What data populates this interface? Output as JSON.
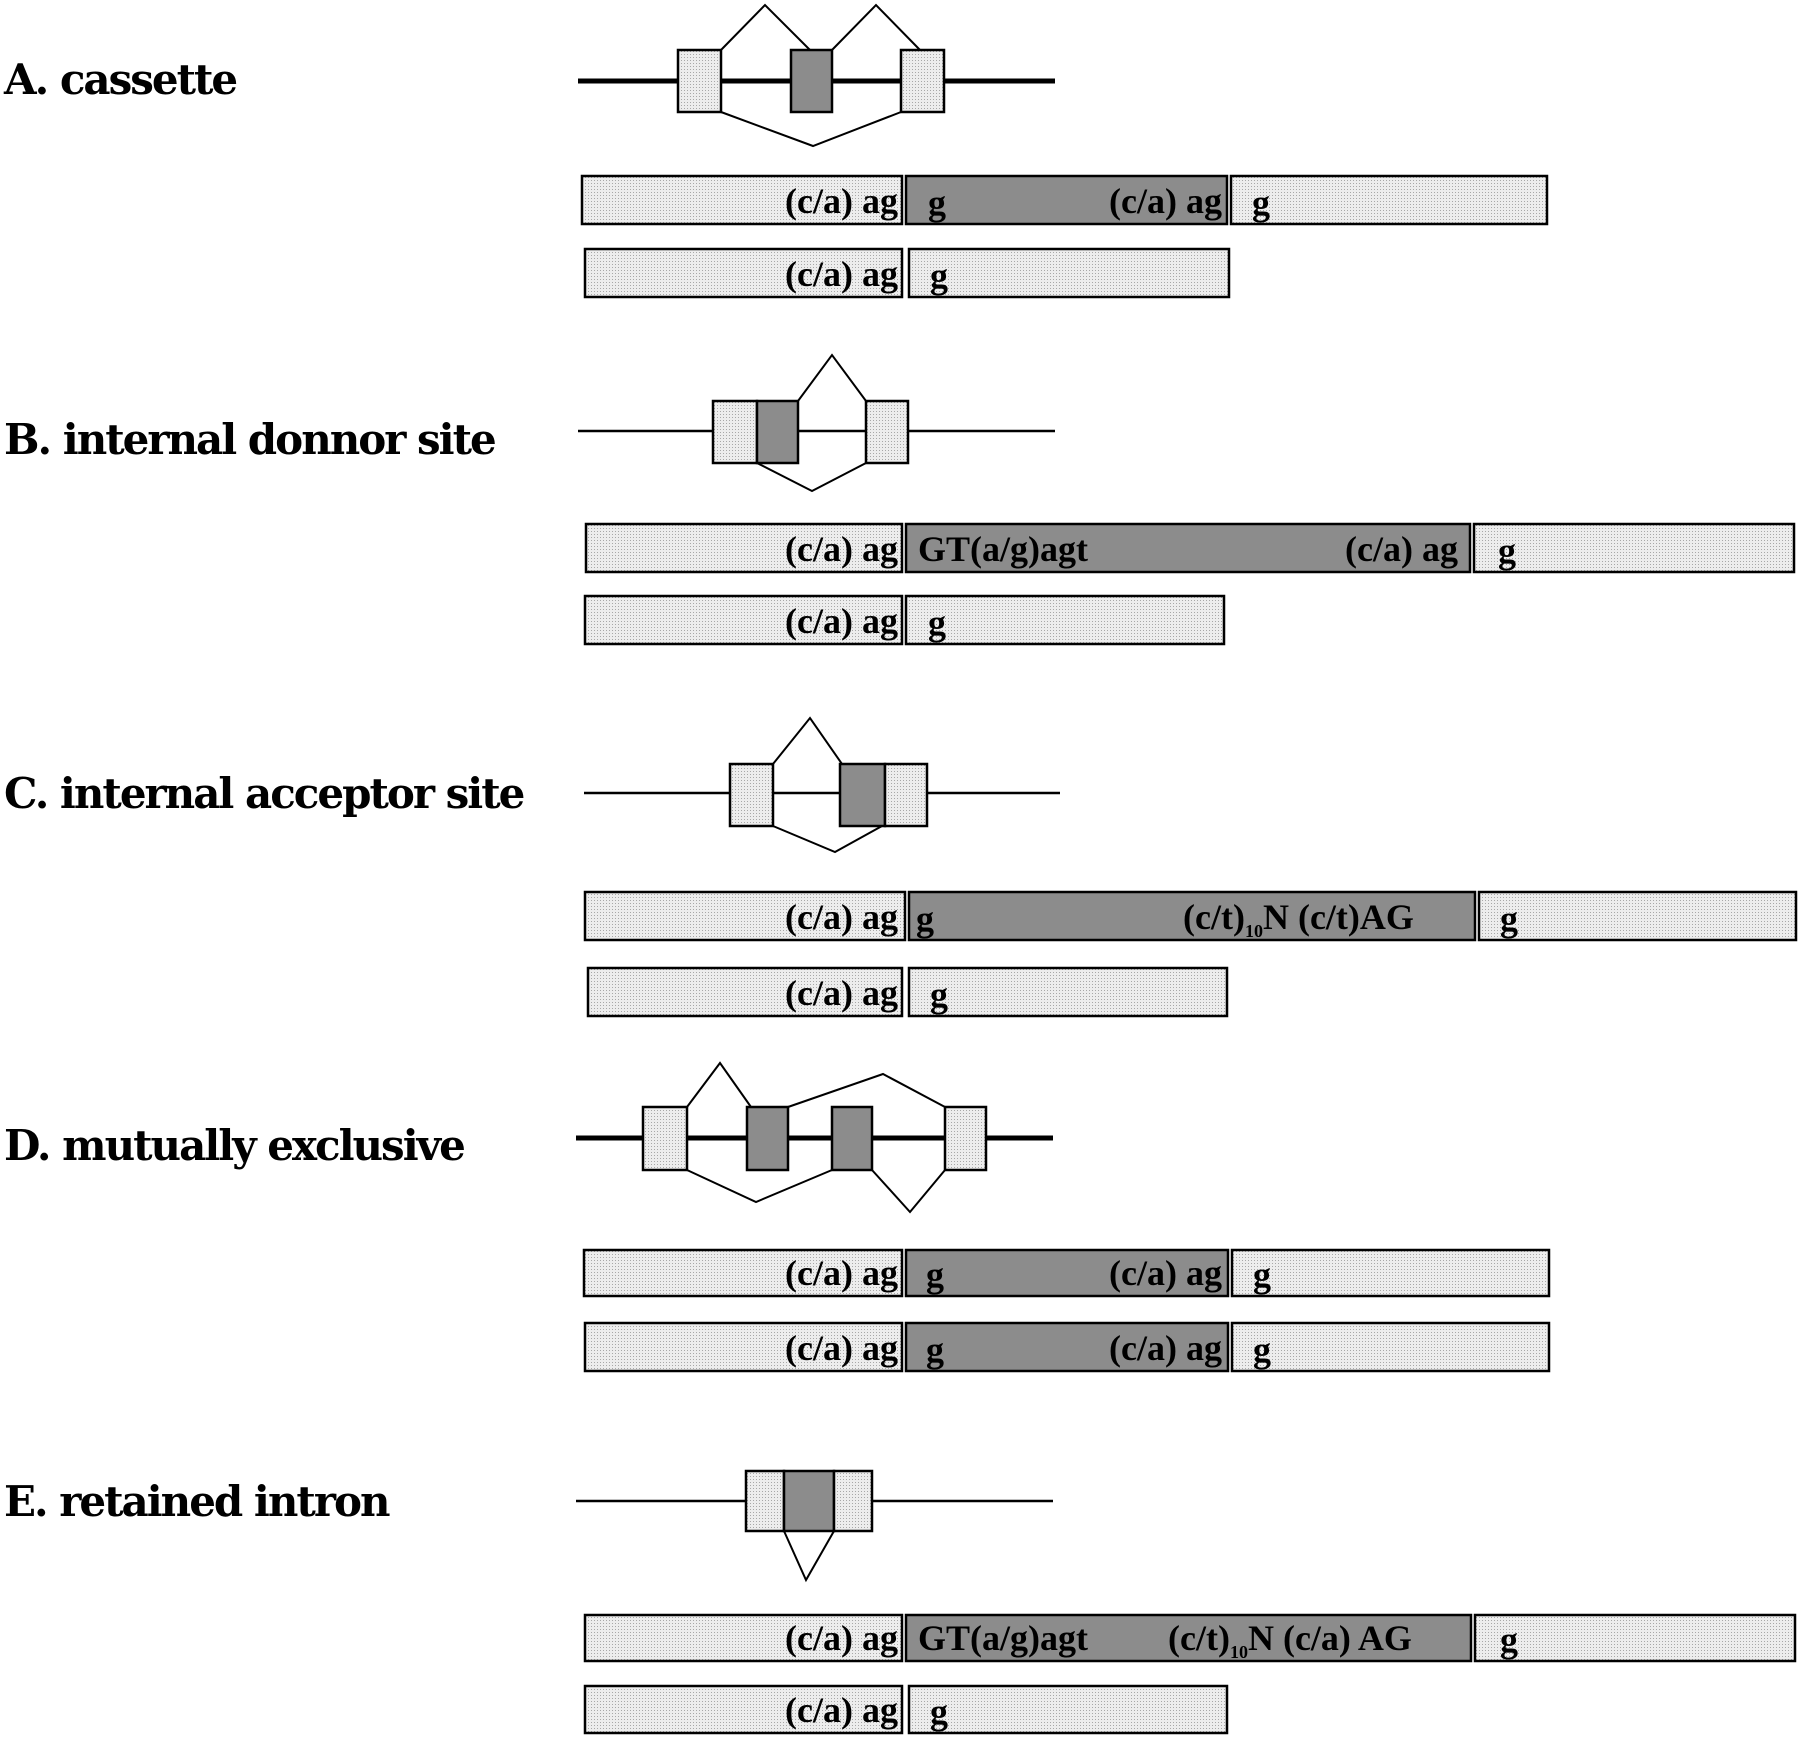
{
  "colors": {
    "constitutive": "#e6e6e6",
    "alternative": "#8c8c8c",
    "line": "#000000"
  },
  "panels": [
    {
      "label": "A. cassette",
      "rows": [
        {
          "segments": [
            {
              "kind": "constitutive",
              "seq": "(c/a) ag"
            },
            {
              "kind": "alternative",
              "seq": "g",
              "seq2": "(c/a) ag"
            },
            {
              "kind": "constitutive",
              "seq": "g"
            }
          ]
        },
        {
          "segments": [
            {
              "kind": "constitutive",
              "seq": "(c/a) ag"
            },
            {
              "kind": "constitutive",
              "seq": "g"
            }
          ]
        }
      ]
    },
    {
      "label": "B. internal donnor site",
      "rows": [
        {
          "segments": [
            {
              "kind": "constitutive",
              "seq": "(c/a) ag"
            },
            {
              "kind": "alternative",
              "seq": "GT(a/g)agt",
              "seq2": "(c/a) ag"
            },
            {
              "kind": "constitutive",
              "seq": "g"
            }
          ]
        },
        {
          "segments": [
            {
              "kind": "constitutive",
              "seq": "(c/a) ag"
            },
            {
              "kind": "constitutive",
              "seq": "g"
            }
          ]
        }
      ]
    },
    {
      "label": "C. internal acceptor site",
      "rows": [
        {
          "segments": [
            {
              "kind": "constitutive",
              "seq": "(c/a) ag"
            },
            {
              "kind": "alternative",
              "seq": "g",
              "seq2": "(c/t)",
              "sub": "10",
              "seq3": "N (c/t)AG"
            },
            {
              "kind": "constitutive",
              "seq": "g"
            }
          ]
        },
        {
          "segments": [
            {
              "kind": "constitutive",
              "seq": "(c/a) ag"
            },
            {
              "kind": "constitutive",
              "seq": "g"
            }
          ]
        }
      ]
    },
    {
      "label": "D. mutually exclusive",
      "rows": [
        {
          "segments": [
            {
              "kind": "constitutive",
              "seq": "(c/a) ag"
            },
            {
              "kind": "alternative",
              "seq": "g",
              "seq2": "(c/a) ag"
            },
            {
              "kind": "constitutive",
              "seq": "g"
            }
          ]
        },
        {
          "segments": [
            {
              "kind": "constitutive",
              "seq": "(c/a) ag"
            },
            {
              "kind": "alternative",
              "seq": "g",
              "seq2": "(c/a) ag"
            },
            {
              "kind": "constitutive",
              "seq": "g"
            }
          ]
        }
      ]
    },
    {
      "label": "E. retained intron",
      "rows": [
        {
          "segments": [
            {
              "kind": "constitutive",
              "seq": "(c/a) ag"
            },
            {
              "kind": "alternative",
              "seq": "GT(a/g)agt",
              "seq2": "(c/t)",
              "sub": "10",
              "seq3": "N (c/a) AG"
            },
            {
              "kind": "constitutive",
              "seq": "g"
            }
          ]
        },
        {
          "segments": [
            {
              "kind": "constitutive",
              "seq": "(c/a) ag"
            },
            {
              "kind": "constitutive",
              "seq": "g"
            }
          ]
        }
      ]
    }
  ]
}
